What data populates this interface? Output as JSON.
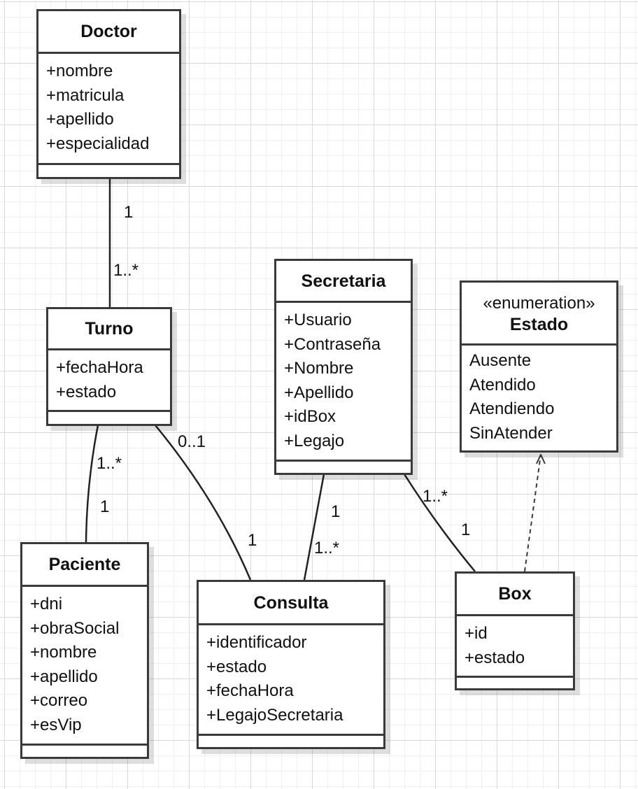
{
  "classes": {
    "doctor": {
      "name": "Doctor",
      "attributes": [
        "+nombre",
        "+matricula",
        "+apellido",
        "+especialidad"
      ]
    },
    "turno": {
      "name": "Turno",
      "attributes": [
        "+fechaHora",
        "+estado"
      ]
    },
    "secretaria": {
      "name": "Secretaria",
      "attributes": [
        "+Usuario",
        "+Contraseña",
        "+Nombre",
        "+Apellido",
        "+idBox",
        "+Legajo"
      ]
    },
    "estado": {
      "stereotype": "«enumeration»",
      "name": "Estado",
      "attributes": [
        "Ausente",
        "Atendido",
        "Atendiendo",
        "SinAtender"
      ]
    },
    "paciente": {
      "name": "Paciente",
      "attributes": [
        "+dni",
        "+obraSocial",
        "+nombre",
        "+apellido",
        "+correo",
        "+esVip"
      ]
    },
    "consulta": {
      "name": "Consulta",
      "attributes": [
        "+identificador",
        "+estado",
        "+fechaHora",
        "+LegajoSecretaria"
      ]
    },
    "box": {
      "name": "Box",
      "attributes": [
        "+id",
        "+estado"
      ]
    }
  },
  "relations": {
    "doctor_turno": {
      "source": "Doctor",
      "target": "Turno",
      "source_multiplicity": "1",
      "target_multiplicity": "1..*"
    },
    "turno_paciente": {
      "source": "Turno",
      "target": "Paciente",
      "source_multiplicity": "1..*",
      "target_multiplicity": "1"
    },
    "turno_consulta": {
      "source": "Turno",
      "target": "Consulta",
      "source_multiplicity": "0..1",
      "target_multiplicity": "1"
    },
    "secretaria_consulta": {
      "source": "Secretaria",
      "target": "Consulta",
      "source_multiplicity": "1",
      "target_multiplicity": "1..*"
    },
    "secretaria_box": {
      "source": "Secretaria",
      "target": "Box",
      "source_multiplicity": "1..*",
      "target_multiplicity": "1"
    },
    "box_estado": {
      "source": "Box",
      "target": "Estado",
      "type": "dependency"
    }
  }
}
